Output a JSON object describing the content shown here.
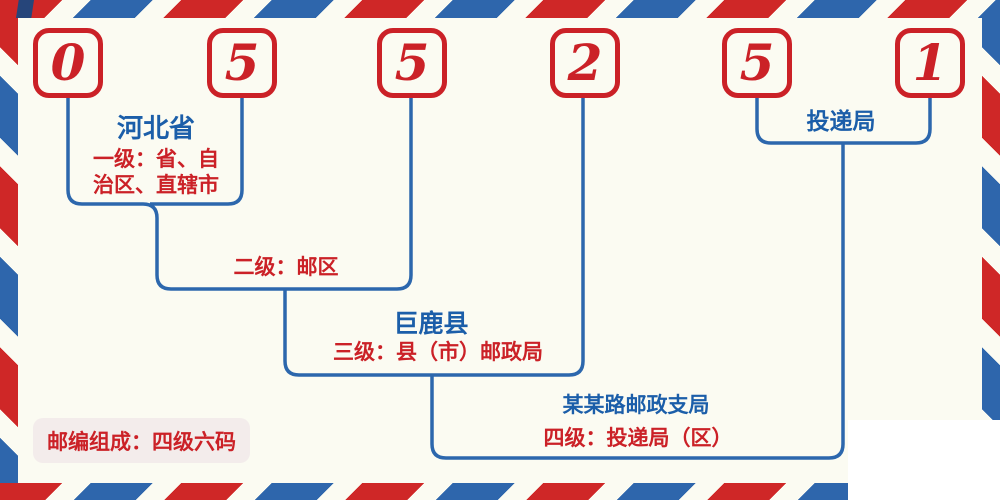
{
  "postal_code": {
    "value": "055251",
    "digits": [
      "0",
      "5",
      "5",
      "2",
      "5",
      "1"
    ]
  },
  "annotations": {
    "level1": {
      "name": "河北省",
      "desc_lines": [
        "一级：省、自",
        "治区、直辖市"
      ]
    },
    "level2": {
      "desc": "二级：邮区"
    },
    "level3": {
      "name": "巨鹿县",
      "desc": "三级：县（市）邮政局"
    },
    "level4": {
      "name": "某某路邮政支局",
      "desc": "四级：投递局（区）"
    },
    "delivery": {
      "name": "投递局"
    }
  },
  "footer": {
    "composition": "邮编组成：四级六码"
  },
  "colors": {
    "digit_red": "#cb2127",
    "label_red": "#cb2127",
    "name_blue": "#1b5ea9",
    "line_blue": "#2c67ad",
    "stripe_red": "#cf2727",
    "stripe_blue": "#2e66ac",
    "background": "#fbfbf2",
    "badge_bg": "#f3eceb"
  }
}
